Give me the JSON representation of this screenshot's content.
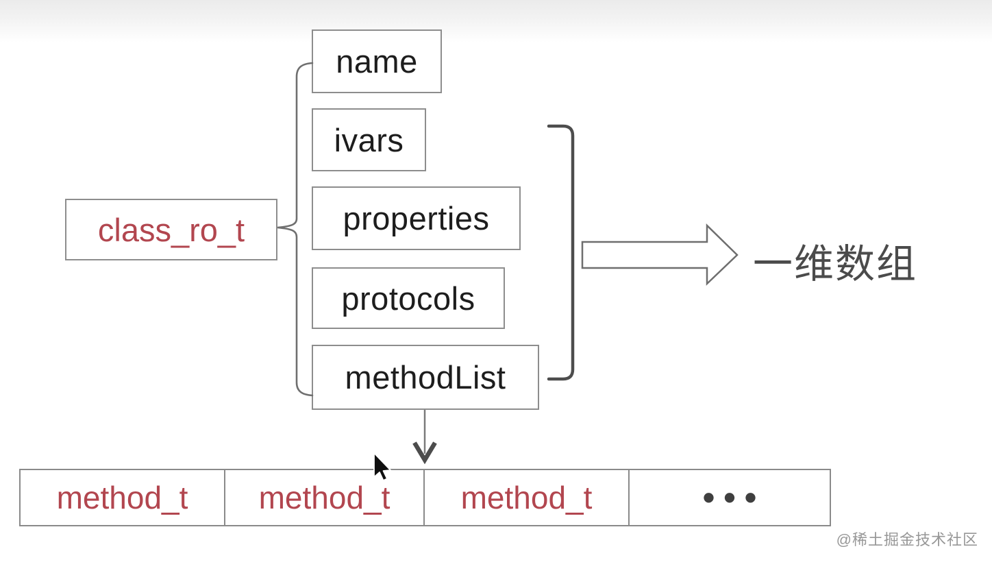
{
  "diagram": {
    "root_box": {
      "label": "class_ro_t"
    },
    "field_boxes": [
      {
        "label": "name"
      },
      {
        "label": "ivars"
      },
      {
        "label": "properties"
      },
      {
        "label": "protocols"
      },
      {
        "label": "methodList"
      }
    ],
    "annotation": {
      "label": "一维数组"
    },
    "array_row": {
      "cells": [
        {
          "label": "method_t"
        },
        {
          "label": "method_t"
        },
        {
          "label": "method_t"
        },
        {
          "label": "•••"
        }
      ]
    }
  },
  "icons": {
    "mouse_cursor": "arrow-pointer",
    "brace": "left-curly-brace-connector",
    "bracket": "right-square-bracket-connector",
    "block_arrow": "hollow-right-arrow",
    "down_arrow": "down-arrow"
  },
  "colors": {
    "accent_red": "#b2464f",
    "box_border": "#8d8d8d",
    "box_text": "#1d1d1d",
    "brace_stroke": "#6f6f6f",
    "bracket_stroke": "#4d4d4d",
    "block_arrow_stroke": "#6e6e6e",
    "annotation_text": "#4b4b4b",
    "ellipsis_dots": "#3f3f3f",
    "watermark_text": "#919191",
    "top_gradient": "#ebebeb"
  },
  "watermark": {
    "text": "@稀土掘金技术社区"
  }
}
